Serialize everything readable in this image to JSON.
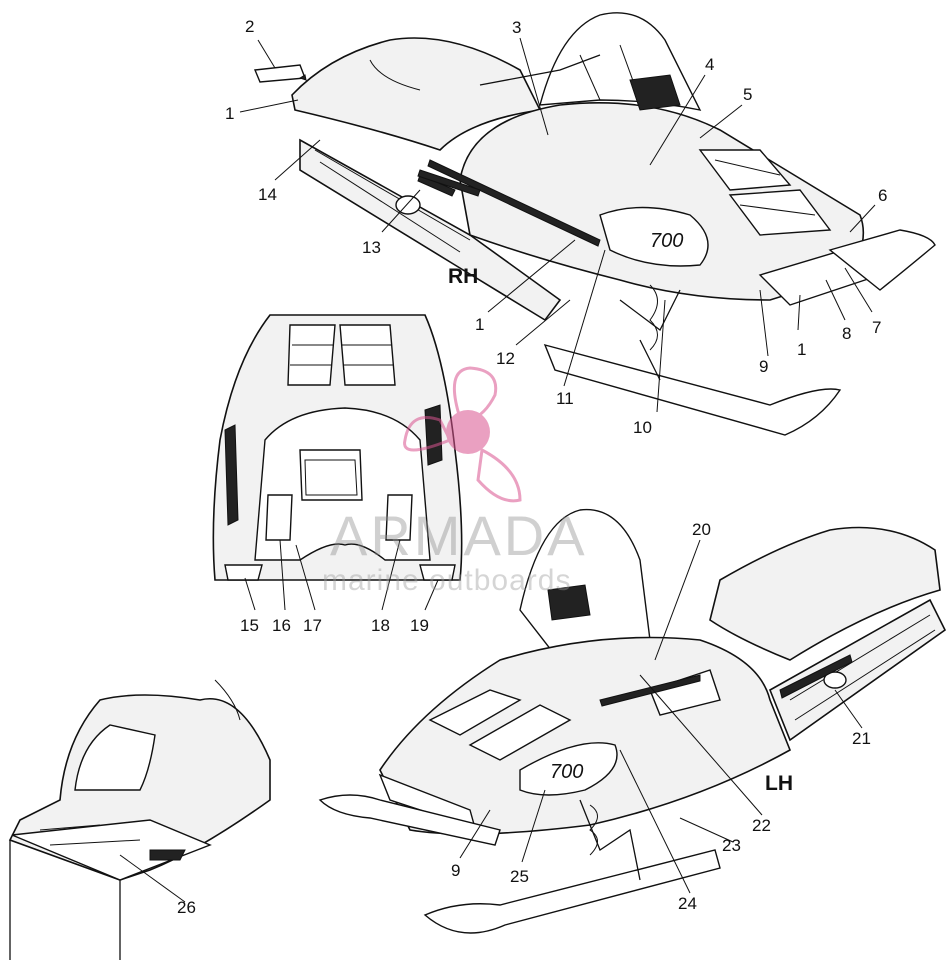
{
  "diagram": {
    "side_labels": {
      "rh": "RH",
      "lh": "LH"
    },
    "watermark": {
      "brand": "ARMADA",
      "tagline": "marine outboards",
      "accent_color": "#d9548f"
    },
    "callouts": [
      {
        "id": "c1a",
        "text": "1"
      },
      {
        "id": "c2",
        "text": "2"
      },
      {
        "id": "c3",
        "text": "3"
      },
      {
        "id": "c4",
        "text": "4"
      },
      {
        "id": "c5",
        "text": "5"
      },
      {
        "id": "c6",
        "text": "6"
      },
      {
        "id": "c7",
        "text": "7"
      },
      {
        "id": "c8",
        "text": "8"
      },
      {
        "id": "c9a",
        "text": "9"
      },
      {
        "id": "c1b",
        "text": "1"
      },
      {
        "id": "c1c",
        "text": "1"
      },
      {
        "id": "c10",
        "text": "10"
      },
      {
        "id": "c11",
        "text": "11"
      },
      {
        "id": "c12",
        "text": "12"
      },
      {
        "id": "c13",
        "text": "13"
      },
      {
        "id": "c14",
        "text": "14"
      },
      {
        "id": "c15",
        "text": "15"
      },
      {
        "id": "c16",
        "text": "16"
      },
      {
        "id": "c17",
        "text": "17"
      },
      {
        "id": "c18",
        "text": "18"
      },
      {
        "id": "c19",
        "text": "19"
      },
      {
        "id": "c20",
        "text": "20"
      },
      {
        "id": "c21",
        "text": "21"
      },
      {
        "id": "c22",
        "text": "22"
      },
      {
        "id": "c23",
        "text": "23"
      },
      {
        "id": "c24",
        "text": "24"
      },
      {
        "id": "c9b",
        "text": "9"
      },
      {
        "id": "c25",
        "text": "25"
      },
      {
        "id": "c26",
        "text": "26"
      }
    ]
  }
}
